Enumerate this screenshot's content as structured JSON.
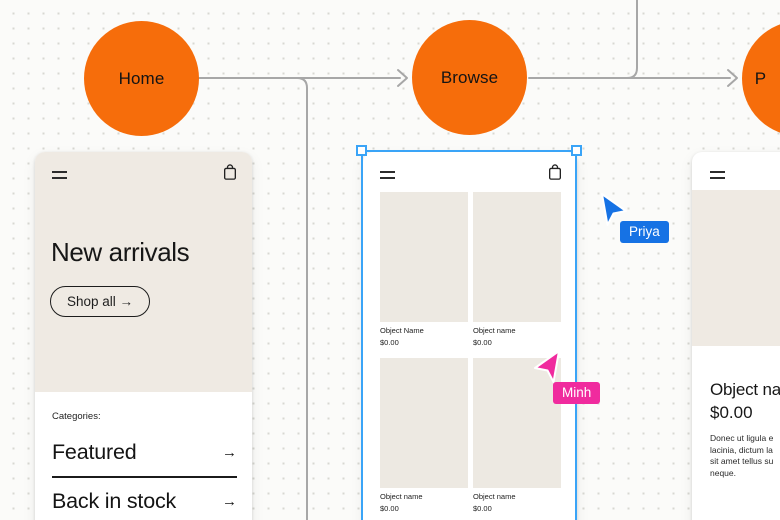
{
  "canvas": {
    "background": "#FBFBF9",
    "dot_color": "#D8D8D2",
    "connector_color": "#A7A7A7"
  },
  "colors": {
    "node_orange": "#F66D0B",
    "selection_blue": "#3AA4F7",
    "priya_blue": "#1672E4",
    "minh_pink": "#F02B9E",
    "hero_beige": "#EFEAE3",
    "card_beige": "#EDE9E2"
  },
  "flow": {
    "nodes": {
      "home": "Home",
      "browse": "Browse",
      "partial": "P"
    }
  },
  "home_frame": {
    "hero_title": "New arrivals",
    "cta_label": "Shop all →",
    "categories_label": "Categories:",
    "categories": [
      {
        "label": "Featured",
        "arrow": "→"
      },
      {
        "label": "Back in stock",
        "arrow": "→"
      }
    ]
  },
  "browse_frame": {
    "products": [
      {
        "name": "Object Name",
        "price": "$0.00"
      },
      {
        "name": "Object name",
        "price": "$0.00"
      },
      {
        "name": "Object name",
        "price": "$0.00"
      },
      {
        "name": "Object name",
        "price": "$0.00"
      }
    ]
  },
  "product_frame": {
    "title": "Object na",
    "price": "$0.00",
    "description_lines": [
      "Donec ut ligula e",
      "lacinia, dictum la",
      "sit amet tellus su",
      "neque."
    ]
  },
  "collaborators": {
    "priya": "Priya",
    "minh": "Minh"
  }
}
